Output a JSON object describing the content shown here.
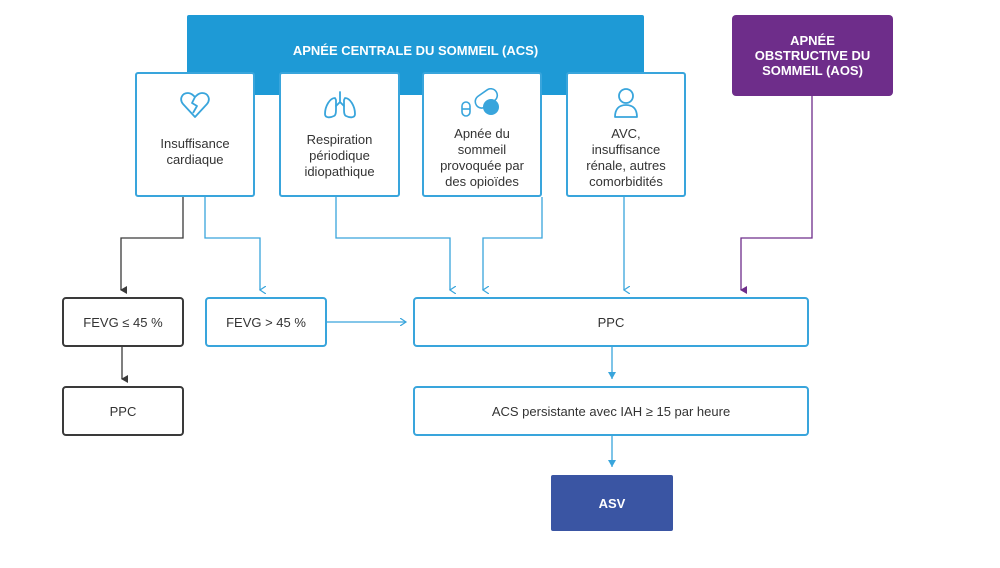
{
  "headers": {
    "acs": "APNÉE CENTRALE DU SOMMEIL (ACS)",
    "aos": "APNÉE\nOBSTRUCTIVE DU\nSOMMEIL (AOS)"
  },
  "cards": [
    {
      "label": "Insuffisance\ncardiaque",
      "icon": "broken-heart-icon"
    },
    {
      "label": "Respiration\npériodique\nidiopathique",
      "icon": "lungs-icon"
    },
    {
      "label": "Apnée du\nsommeil\nprovoquée par\ndes opioïdes",
      "icon": "pills-icon"
    },
    {
      "label": "AVC,\ninsuffisance\nrénale, autres\ncomorbidités",
      "icon": "person-icon"
    }
  ],
  "boxes": {
    "fevg_low": "FEVG ≤ 45 %",
    "fevg_high": "FEVG > 45 %",
    "ppc_left": "PPC",
    "ppc_main": "PPC",
    "acs_persistent": "ACS persistante avec IAH ≥ 15 par heure",
    "asv": "ASV"
  },
  "colors": {
    "acs_blue": "#1e9ad6",
    "aos_purple": "#6e2d8a",
    "asv_blue": "#3a55a3",
    "dark_connector": "#3a3a3a"
  }
}
